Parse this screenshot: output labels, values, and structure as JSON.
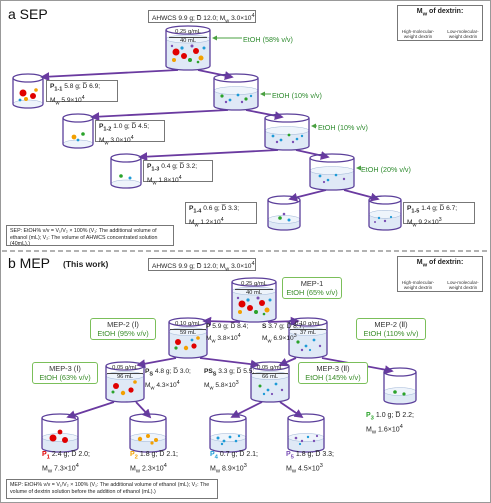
{
  "sep": {
    "title": "a SEP",
    "start": {
      "text": "AHWCS  9.9 g;  D̅ 12.0;  M",
      "sub": "w",
      "val": " 3.0×10",
      "exp": "4"
    },
    "start_conc": [
      "0.25 g/mL",
      "40 mL"
    ],
    "etoh": [
      "EtOH (58% v/v)",
      "EtOH (10% v/v)",
      "EtOH (10% v/v)",
      "EtOH (20% v/v)"
    ],
    "fractions": [
      {
        "id": "P",
        "sub": "1-1",
        "line1": " 5.8 g;  D̅ 6.9;",
        "mw": " 5.9×10",
        "exp": "4"
      },
      {
        "id": "P",
        "sub": "1-2",
        "line1": " 1.0 g;  D̅ 4.5;",
        "mw": " 3.0×10",
        "exp": "4"
      },
      {
        "id": "P",
        "sub": "1-3",
        "line1": " 0.4 g;  D̅ 3.2;",
        "mw": " 1.8×10",
        "exp": "4"
      },
      {
        "id": "P",
        "sub": "1-4",
        "line1": " 0.6 g;  D̅ 3.3;",
        "mw": " 1.2×10",
        "exp": "4"
      },
      {
        "id": "P",
        "sub": "1-5",
        "line1": " 1.4 g;  D̅ 6.7;",
        "mw": " 9.2×10",
        "exp": "3"
      }
    ],
    "note": "SEP: EtOH% v/v = V₁/V₂ × 100%  (V₁: The additional volume of ethanol (mL); V₂: The volume of AHWCS concentrated solution (40mL).)"
  },
  "mep": {
    "title": "b MEP",
    "subtitle": "(This work)",
    "start": {
      "text": "AHWCS  9.9 g;  D̅ 12.0;  M",
      "sub": "w",
      "val": " 3.0×10",
      "exp": "4"
    },
    "start_conc": [
      "0.25 g/mL",
      "40 mL"
    ],
    "steps": [
      {
        "name": "MEP-1",
        "cond": "EtOH (65% v/v)"
      },
      {
        "name": "MEP-2 (Ⅰ)",
        "cond": "EtOH (95% v/v)"
      },
      {
        "name": "MEP-2 (Ⅱ)",
        "cond": "EtOH (110% v/v)"
      },
      {
        "name": "MEP-3 (Ⅰ)",
        "cond": "EtOH (63% v/v)"
      },
      {
        "name": "MEP-3 (Ⅱ)",
        "cond": "EtOH (145% v/v)"
      }
    ],
    "conc": [
      [
        "0.10 g/mL",
        "59 mL"
      ],
      [
        "0.10 g/mL",
        "37 mL"
      ],
      [
        "0.05 g/mL",
        "96 mL"
      ],
      [
        "0.05 g/mL",
        "66 mL"
      ]
    ],
    "intermediates": [
      {
        "id": "P",
        "sub": "",
        "line1": " 5.9 g;  D̅ 8.4;",
        "mw": " 3.8×10",
        "exp": "4"
      },
      {
        "id": "S",
        "sub": "",
        "line1": " 3.7 g;  D̅ 8.7;",
        "mw": " 6.9×10",
        "exp": "3"
      },
      {
        "id": "P",
        "sub": "S",
        "line1": " 4.8 g;  D̅ 3.0;",
        "mw": " 4.3×10",
        "exp": "4"
      },
      {
        "id": "PS",
        "sub": "S",
        "line1": " 3.3 g;  D̅ 5.5;",
        "mw": " 5.8×10",
        "exp": "3"
      }
    ],
    "products": [
      {
        "id": "P",
        "sub": "1",
        "line1": " 2.4 g;  D̅ 2.0;",
        "mw": " 7.3×10",
        "exp": "4",
        "color": "#e00000"
      },
      {
        "id": "P",
        "sub": "2",
        "line1": " 1.8 g;  D̅ 2.1;",
        "mw": " 2.3×10",
        "exp": "4",
        "color": "#f2a000"
      },
      {
        "id": "P",
        "sub": "4",
        "line1": " 0.7 g;  D̅ 2.1;",
        "mw": " 8.9×10",
        "exp": "3",
        "color": "#1e9bd7"
      },
      {
        "id": "P",
        "sub": "5",
        "line1": " 1.8 g;  D̅ 3.3;",
        "mw": " 4.5×10",
        "exp": "3",
        "color": "#7a4fb5"
      },
      {
        "id": "P",
        "sub": "3",
        "line1": " 1.0 g;  D̅ 2.2;",
        "mw": " 1.6×10",
        "exp": "4",
        "color": "#2aa32a"
      }
    ],
    "note": "MEP: EtOH% v/v = V₁/V₂ × 100%  (V₁: The additional volume of ethanol (mL); V₂: The volume of dextrin solution before the addition of ethanol (mL).)"
  },
  "legend": {
    "title": "M",
    "title_sub": "w",
    "title_rest": " of dextrin:",
    "high": "High-molecular-weight dextrin",
    "low": "Low-molecular-weight dextrin",
    "colors": [
      "#e00000",
      "#f2a000",
      "#2aa32a",
      "#1e9bd7",
      "#7a4fb5"
    ]
  },
  "colors": {
    "arrow": "#6a3aa0",
    "green": "#2e8b2e",
    "liquid": "#dfe9f6",
    "cyl": "#5b3f9a"
  }
}
